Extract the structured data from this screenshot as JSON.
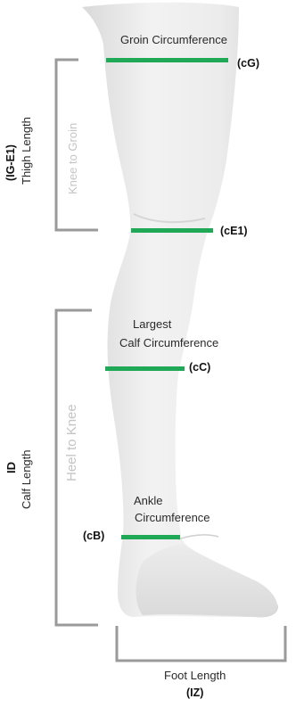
{
  "measurements": {
    "groin": {
      "name": "Groin Circumference",
      "code": "(cG)"
    },
    "knee": {
      "code": "(cE1)"
    },
    "calf": {
      "name_line1": "Largest",
      "name_line2": "Calf Circumference",
      "code": "(cC)"
    },
    "ankle": {
      "name_line1": "Ankle",
      "name_line2": "Circumference",
      "code": "(cB)"
    }
  },
  "lengths": {
    "thigh": {
      "code": "(IG-E1)",
      "name": "Thigh Length",
      "hint": "Knee to Groin"
    },
    "calf": {
      "code": "ID",
      "name": "Calf Length",
      "hint": "Heel to Knee"
    },
    "foot": {
      "name": "Foot Length",
      "code": "(IZ)"
    }
  },
  "colors": {
    "band": "#1fa855",
    "bracket": "#9a9a9a",
    "hint_text": "#c4c4c4",
    "leg_fill": "#ededed"
  }
}
